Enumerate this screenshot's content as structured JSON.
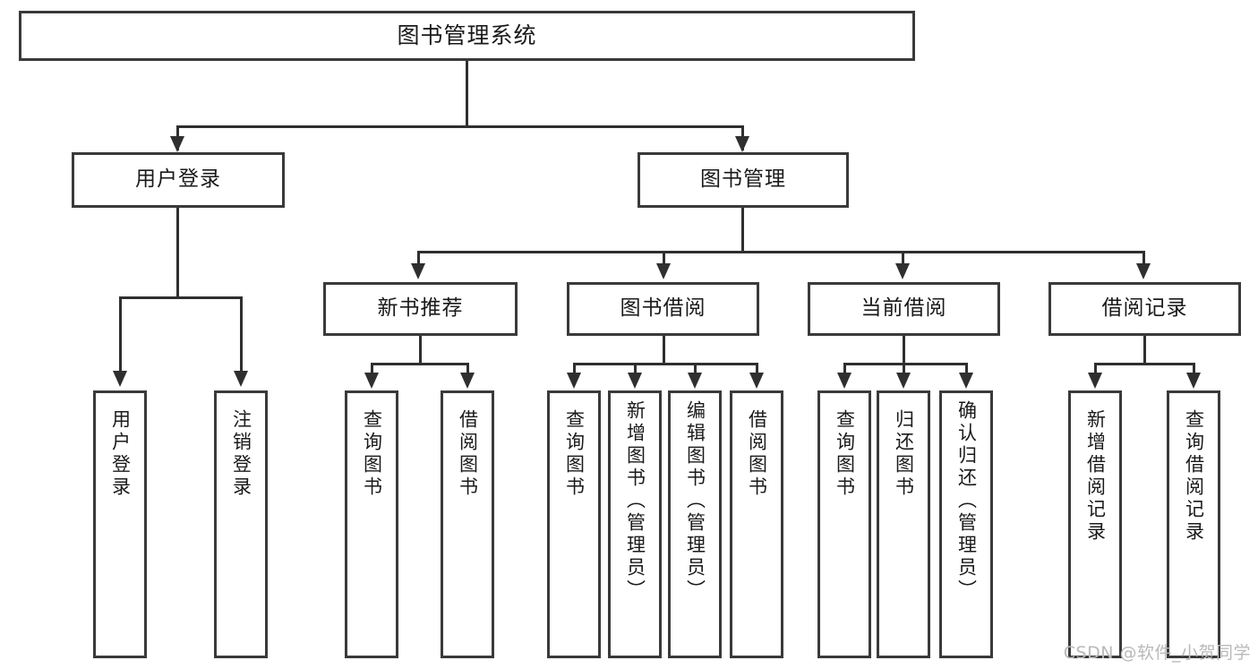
{
  "diagram": {
    "title": "图书管理系统",
    "type": "tree-hierarchy",
    "root": {
      "label": "图书管理系统"
    },
    "level2": [
      {
        "label": "用户登录"
      },
      {
        "label": "图书管理"
      }
    ],
    "level3": [
      {
        "label": "新书推荐"
      },
      {
        "label": "图书借阅"
      },
      {
        "label": "当前借阅"
      },
      {
        "label": "借阅记录"
      }
    ],
    "leaves": {
      "user_login": [
        {
          "label": "用户登录"
        },
        {
          "label": "注销登录"
        }
      ],
      "new_book_recommend": [
        {
          "label": "查询图书"
        },
        {
          "label": "借阅图书"
        }
      ],
      "book_borrow": [
        {
          "label": "查询图书"
        },
        {
          "label": "新增图书（管理员）"
        },
        {
          "label": "编辑图书（管理员）"
        },
        {
          "label": "借阅图书"
        }
      ],
      "current_borrow": [
        {
          "label": "查询图书"
        },
        {
          "label": "归还图书"
        },
        {
          "label": "确认归还（管理员）"
        }
      ],
      "borrow_record": [
        {
          "label": "新增借阅记录"
        },
        {
          "label": "查询借阅记录"
        }
      ]
    }
  },
  "watermark": {
    "text": "CSDN @软件_小贺同学"
  },
  "colors": {
    "box_border": "#3a3a3a",
    "connector": "#2f2f2f",
    "background": "#ffffff",
    "text": "#1a1a1a",
    "watermark": "#b9b9b9"
  }
}
